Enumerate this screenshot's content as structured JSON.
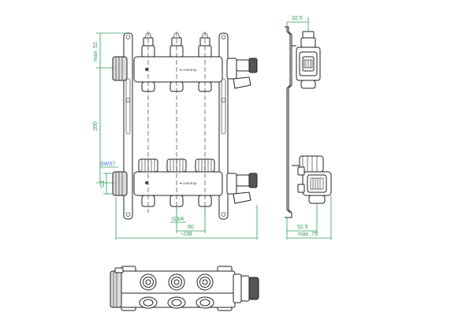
{
  "dimensions": {
    "max_52": "max. 52",
    "d200": "200",
    "sw37": "SW37",
    "g1": "G1",
    "g34": "G3/4",
    "d50": "50",
    "d238": "~238",
    "d325_top": "32.5",
    "d525": "52.5",
    "max_75": "max. 75"
  },
  "brand": {
    "logo_top": "● oventrop",
    "logo_bottom": "● oventrop"
  },
  "colors": {
    "dimension_green": "#2f9a57",
    "label_blue": "#3a6fd6",
    "line": "#222222"
  }
}
